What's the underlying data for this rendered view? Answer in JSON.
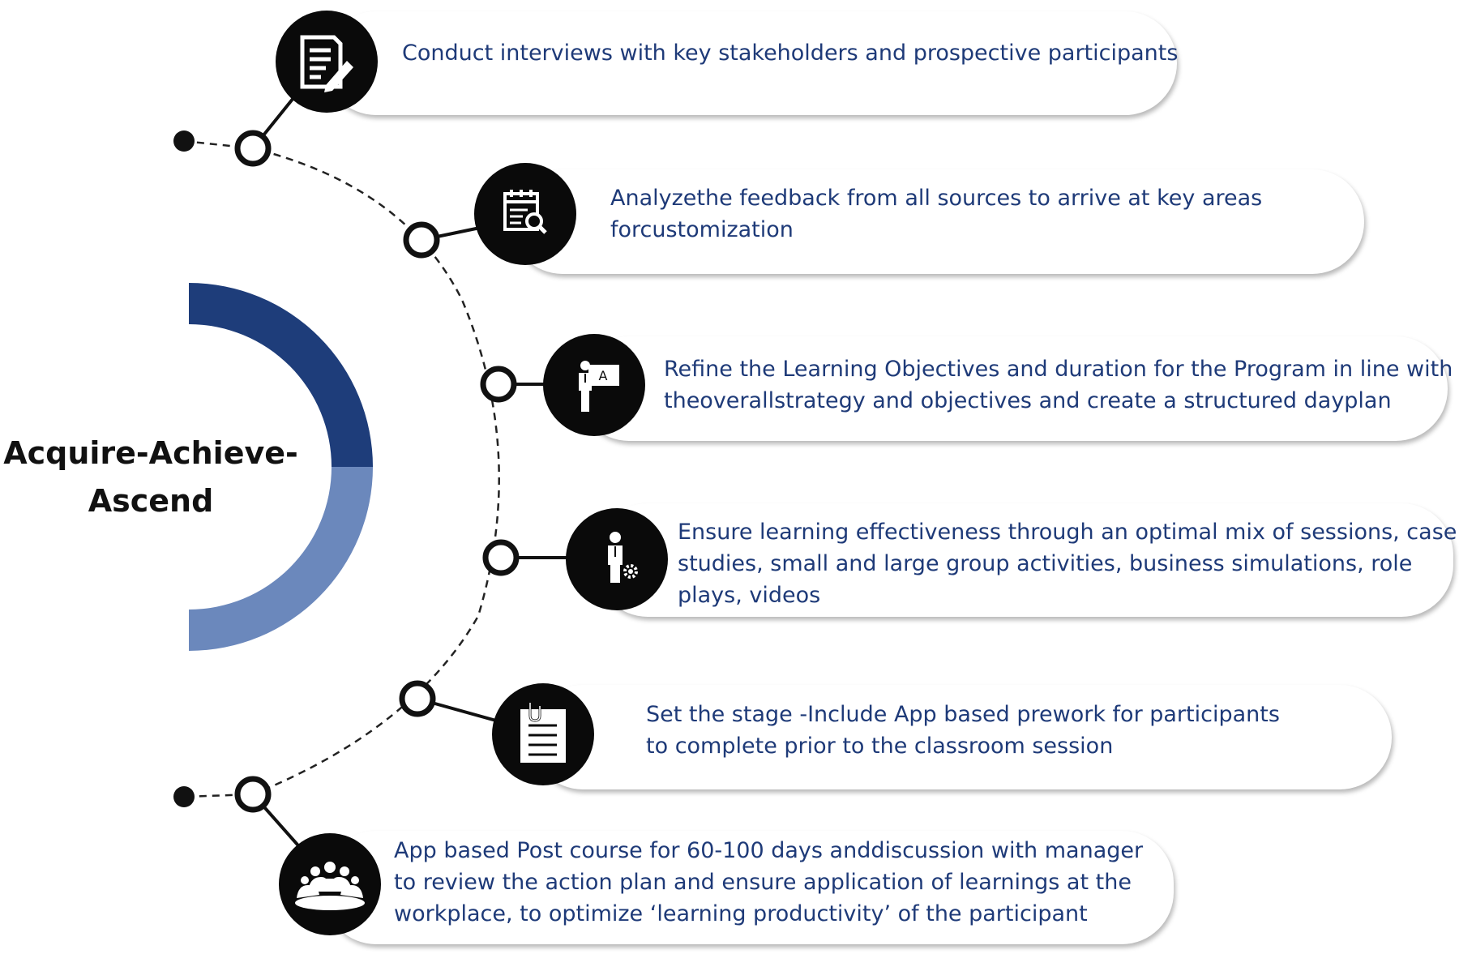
{
  "title": {
    "line1": "Acquire-Achieve-",
    "line2": "Ascend"
  },
  "colors": {
    "arc_dark": "#1e3d7a",
    "arc_light": "#6b88bc",
    "text": "#1e3a78",
    "icon_bg": "#0a0a0a"
  },
  "steps": [
    {
      "icon": "document-pen-icon",
      "lines": [
        "Conduct interviews with key stakeholders and prospective participants"
      ]
    },
    {
      "icon": "calendar-search-icon",
      "lines": [
        "Analyzethe feedback from all sources to arrive at key areas",
        "forcustomization"
      ]
    },
    {
      "icon": "presenter-board-icon",
      "lines": [
        "Refine the Learning Objectives and duration for the Program in line with",
        "theoverallstrategy and objectives and create a structured dayplan"
      ]
    },
    {
      "icon": "person-gear-icon",
      "lines": [
        "Ensure learning effectiveness through an optimal mix of sessions, case",
        "studies, small  and large group activities, business simulations, role",
        "plays, videos"
      ]
    },
    {
      "icon": "clipboard-list-icon",
      "lines": [
        "Set the stage -Include App based prework for participants",
        "to complete prior to the classroom  session"
      ]
    },
    {
      "icon": "group-meeting-icon",
      "lines": [
        "App based Post course for 60-100 days anddiscussion with manager",
        "to review the action plan and ensure application  of learnings at the",
        "workplace, to optimize ‘learning productivity’ of the participant"
      ]
    }
  ]
}
